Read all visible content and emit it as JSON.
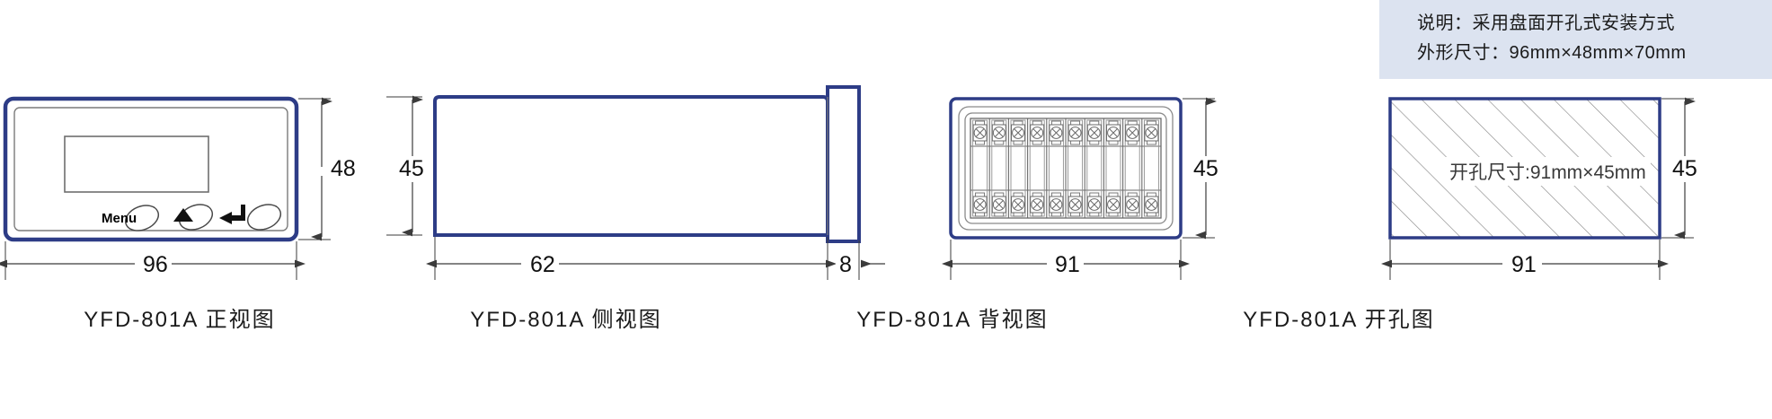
{
  "note": {
    "line1": "说明：采用盘面开孔式安装方式",
    "line2": "外形尺寸：96mm×48mm×70mm",
    "bg_color": "#dce3f0"
  },
  "colors": {
    "outline_blue": "#2d3c86",
    "detail_gray": "#808080",
    "dim_line": "#3b3b3b",
    "hatch_gray": "#8a8a8a"
  },
  "views": [
    {
      "id": "front",
      "caption": "YFD-801A 正视图",
      "width_dim": "96",
      "height_dim": "48",
      "menu_label": "Menu",
      "buttons": [
        "menu-oval-button",
        "up-oval-button",
        "enter-oval-button"
      ],
      "icons": [
        "up-triangle-icon",
        "enter-arrow-icon"
      ]
    },
    {
      "id": "side",
      "caption": "YFD-801A 侧视图",
      "body_dim": "62",
      "flange_dim": "8",
      "height_dim": "45"
    },
    {
      "id": "back",
      "caption": "YFD-801A 背视图",
      "width_dim": "91",
      "height_dim": "45",
      "terminal_columns": 10,
      "terminal_rows": 2
    },
    {
      "id": "cutout",
      "caption": "YFD-801A 开孔图",
      "width_dim": "91",
      "height_dim": "45",
      "cutout_label": "开孔尺寸:91mm×45mm"
    }
  ]
}
